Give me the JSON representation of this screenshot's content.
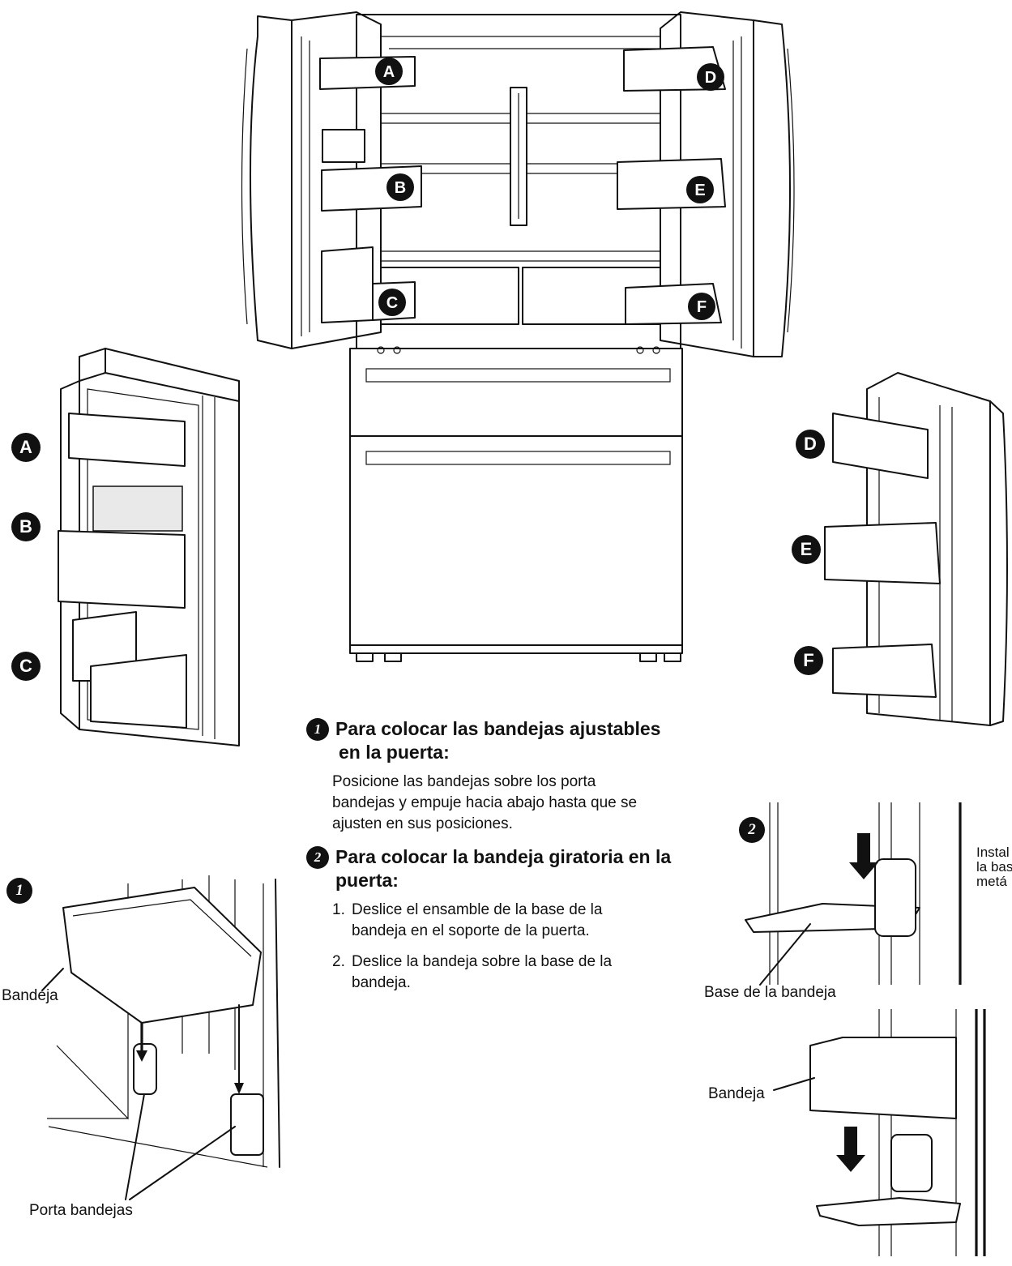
{
  "callouts": {
    "a": "A",
    "b": "B",
    "c": "C",
    "d": "D",
    "e": "E",
    "f": "F"
  },
  "step_numbers": {
    "one": "1",
    "two": "2"
  },
  "section1": {
    "title_line1": "Para colocar las bandejas ajustables",
    "title_line2": "en la puerta:",
    "body_line1": "Posicione las bandejas sobre los porta",
    "body_line2": "bandejas y empuje hacia abajo hasta que se",
    "body_line3": "ajusten en sus posiciones."
  },
  "section2": {
    "title_line1": "Para colocar la bandeja giratoria en la",
    "title_line2": "puerta:",
    "steps": [
      {
        "num": "1.",
        "line1": "Deslice el ensamble de la base de la",
        "line2": "bandeja en el soporte de la puerta."
      },
      {
        "num": "2.",
        "line1": "Deslice la bandeja sobre la base de la",
        "line2": "bandeja."
      }
    ]
  },
  "labels": {
    "bandeja_left": "Bandeja",
    "porta_bandejas": "Porta bandejas",
    "base_bandeja": "Base de la bandeja",
    "bandeja_right": "Bandeja"
  },
  "cutoff_text": {
    "line1": "Instal",
    "line2": "la bas",
    "line3": "metá"
  },
  "colors": {
    "ink": "#111111",
    "background": "#ffffff"
  }
}
